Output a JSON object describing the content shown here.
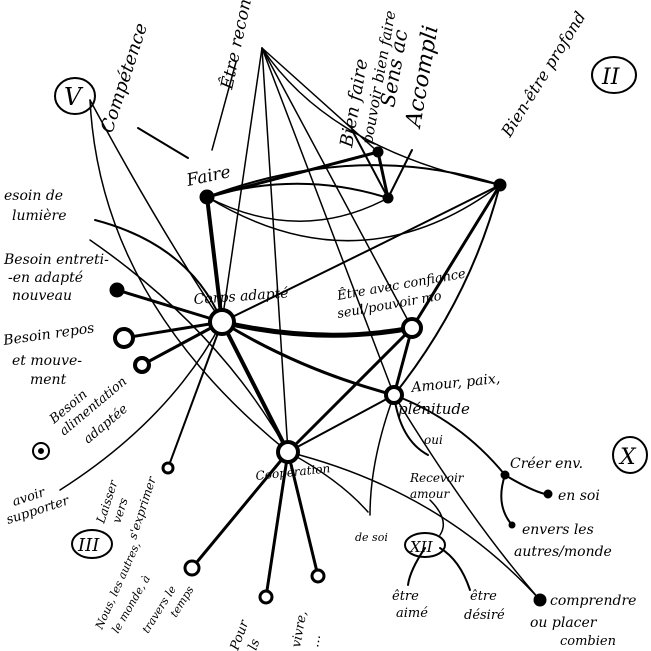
{
  "roman_numerals": {
    "v": "V",
    "ii": "II",
    "iii": "III",
    "xii": "XII",
    "x": "X"
  },
  "labels": {
    "competence": "Compétence",
    "etre_reconnu": "Être reconnu",
    "bien_faire": "Bien faire",
    "pouvoir_bien_faire": "pouvoir bien faire",
    "sens_accomplir": "Sens ac",
    "accomplir": "Accompli",
    "bien_etre_profond": "Bien-être profond",
    "faire": "Faire",
    "besoin_lumiere_1": "esoin de",
    "besoin_lumiere_2": "lumière",
    "besoin_entretien_1": "Besoin entreti-",
    "besoin_entretien_2": "-en adapté",
    "besoin_entretien_3": "nouveau",
    "corps_adapte": "Corps adapté",
    "etre_confiance_1": "Être avec confiance",
    "etre_confiance_2": "seul/pouvoir mo",
    "besoin_repos_1": "Besoin repos",
    "besoin_repos_2": "et mouve-",
    "besoin_repos_3": "ment",
    "amour_paix_1": "Amour, paix,",
    "amour_paix_2": "plénitude",
    "besoin_alimentation_1": "Besoin",
    "besoin_alimentation_2": "alimentation",
    "besoin_alimentation_3": "adaptée",
    "oui": "oui",
    "recevoir_1": "Recevoir",
    "recevoir_2": "amour",
    "creer_env": "Créer env.",
    "en_soi": "en soi",
    "envers_1": "envers les",
    "envers_2": "autres/monde",
    "avoir_1": "avoir",
    "avoir_2": "supporter",
    "laisser_1": "Laisser",
    "laisser_2": "vers",
    "laisser_3": "s'exprimer",
    "cooperation": "Coopération",
    "de_soi": "de soi",
    "etre_aime_1": "être",
    "etre_aime_2": "aimé",
    "etre_desire_1": "être",
    "etre_desire_2": "désiré",
    "comprendre_1": "comprendre",
    "comprendre_2": "ou placer",
    "comprendre_3": "combien",
    "nous_autres_1": "Nous, les autres,",
    "nous_autres_2": "le monde, à",
    "nous_autres_3": "travers le",
    "nous_autres_4": "temps",
    "pour_1": "Pour",
    "pour_2": "ls",
    "vivre_1": "vivre,",
    "vivre_2": "…"
  }
}
